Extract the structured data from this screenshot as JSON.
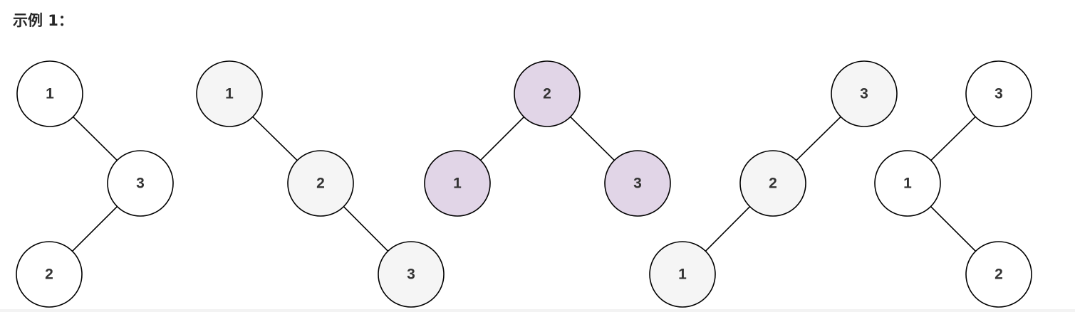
{
  "heading": "示例 1：",
  "colors": {
    "default_fill": "#ffffff",
    "gray_fill": "#f5f5f5",
    "highlight_fill": "#e1d5e7",
    "stroke": "#000000",
    "label": "#333333"
  },
  "trees": [
    {
      "fill": "default",
      "nodes": [
        {
          "id": "a",
          "label": "1"
        },
        {
          "id": "b",
          "label": "3"
        },
        {
          "id": "c",
          "label": "2"
        }
      ],
      "edges": [
        [
          "a",
          "b"
        ],
        [
          "b",
          "c"
        ]
      ]
    },
    {
      "fill": "gray",
      "nodes": [
        {
          "id": "a",
          "label": "1"
        },
        {
          "id": "b",
          "label": "2"
        },
        {
          "id": "c",
          "label": "3"
        }
      ],
      "edges": [
        [
          "a",
          "b"
        ],
        [
          "b",
          "c"
        ]
      ]
    },
    {
      "fill": "highlight",
      "nodes": [
        {
          "id": "a",
          "label": "2"
        },
        {
          "id": "b",
          "label": "1"
        },
        {
          "id": "c",
          "label": "3"
        }
      ],
      "edges": [
        [
          "a",
          "b"
        ],
        [
          "a",
          "c"
        ]
      ]
    },
    {
      "fill": "gray",
      "nodes": [
        {
          "id": "a",
          "label": "3"
        },
        {
          "id": "b",
          "label": "2"
        },
        {
          "id": "c",
          "label": "1"
        }
      ],
      "edges": [
        [
          "a",
          "b"
        ],
        [
          "b",
          "c"
        ]
      ]
    },
    {
      "fill": "default",
      "nodes": [
        {
          "id": "a",
          "label": "3"
        },
        {
          "id": "b",
          "label": "1"
        },
        {
          "id": "c",
          "label": "2"
        }
      ],
      "edges": [
        [
          "a",
          "b"
        ],
        [
          "b",
          "c"
        ]
      ]
    }
  ]
}
